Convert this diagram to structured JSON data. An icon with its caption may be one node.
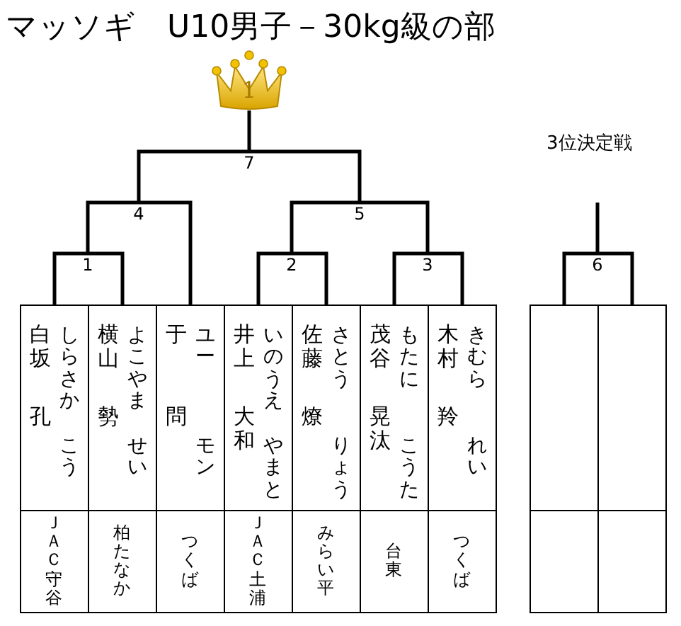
{
  "diagram": {
    "title": "マッソギ　U10男子－30kg級の部",
    "nodes": [
      {
        "text": [
          "1"
        ]
      },
      {
        "text": [
          "7"
        ]
      },
      {
        "text": [
          "4"
        ]
      },
      {
        "text": [
          "5"
        ]
      },
      {
        "text": [
          "1"
        ]
      },
      {
        "text": [
          "2"
        ]
      },
      {
        "text": [
          "3"
        ]
      },
      {
        "text": [
          "6"
        ]
      },
      {
        "text": [
          "白坂",
          "孔",
          "しらさか",
          "こう",
          "ＪＡＣ守谷"
        ]
      },
      {
        "text": [
          "横山",
          "勢",
          "よこやま",
          "せい",
          "柏たなか"
        ]
      },
      {
        "text": [
          "于",
          "問",
          "ユー",
          "モン",
          "つくば"
        ]
      },
      {
        "text": [
          "井上",
          "大和",
          "いのうえ",
          "やまと",
          "ＪＡＣ土浦"
        ]
      },
      {
        "text": [
          "佐藤",
          "燎",
          "さとう",
          "りょう",
          "みらい平"
        ]
      },
      {
        "text": [
          "茂谷",
          "晃汰",
          "もたに",
          "こうた",
          "台東"
        ]
      },
      {
        "text": [
          "木村",
          "羚",
          "きむら",
          "れい",
          "つくば"
        ]
      },
      {
        "text": [],
        "shape": "box"
      },
      {
        "text": [],
        "shape": "box"
      }
    ],
    "edges": [
      {
        "from": 8,
        "to": 4,
        "arrow": "none"
      },
      {
        "from": 9,
        "to": 4,
        "arrow": "none"
      },
      {
        "from": 4,
        "to": 2,
        "arrow": "none"
      },
      {
        "from": 10,
        "to": 2,
        "arrow": "none"
      },
      {
        "from": 11,
        "to": 5,
        "arrow": "none"
      },
      {
        "from": 12,
        "to": 5,
        "arrow": "none"
      },
      {
        "from": 13,
        "to": 6,
        "arrow": "none"
      },
      {
        "from": 14,
        "to": 6,
        "arrow": "none"
      },
      {
        "from": 5,
        "to": 3,
        "arrow": "none"
      },
      {
        "from": 6,
        "to": 3,
        "arrow": "none"
      },
      {
        "from": 2,
        "to": 1,
        "arrow": "none"
      },
      {
        "from": 3,
        "to": 1,
        "arrow": "none"
      },
      {
        "from": 1,
        "to": 0,
        "arrow": "none"
      },
      {
        "from": 15,
        "to": 7,
        "arrow": "none"
      },
      {
        "from": 16,
        "to": 7,
        "arrow": "none"
      },
      {
        "from": 7,
        "to": null,
        "arrow": "none"
      }
    ],
    "labels": [
      "3位決定戦"
    ]
  }
}
